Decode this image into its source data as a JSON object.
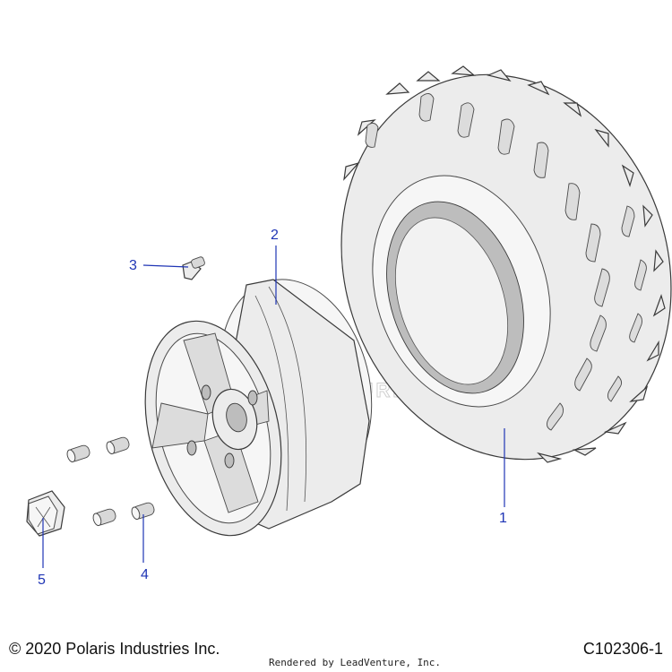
{
  "callouts": {
    "tire": "1",
    "wheel": "2",
    "valve_stem": "3",
    "lug_nut": "4",
    "center_cap": "5"
  },
  "footer": {
    "copyright": "© 2020 Polaris Industries Inc.",
    "drawing_number": "C102306-1",
    "render_credit": "Rendered by LeadVenture, Inc."
  },
  "watermark": "LEADVENTURE",
  "colors": {
    "callout": "#1f35b5",
    "outline": "#3a3a3a",
    "fill": "#ececec"
  }
}
